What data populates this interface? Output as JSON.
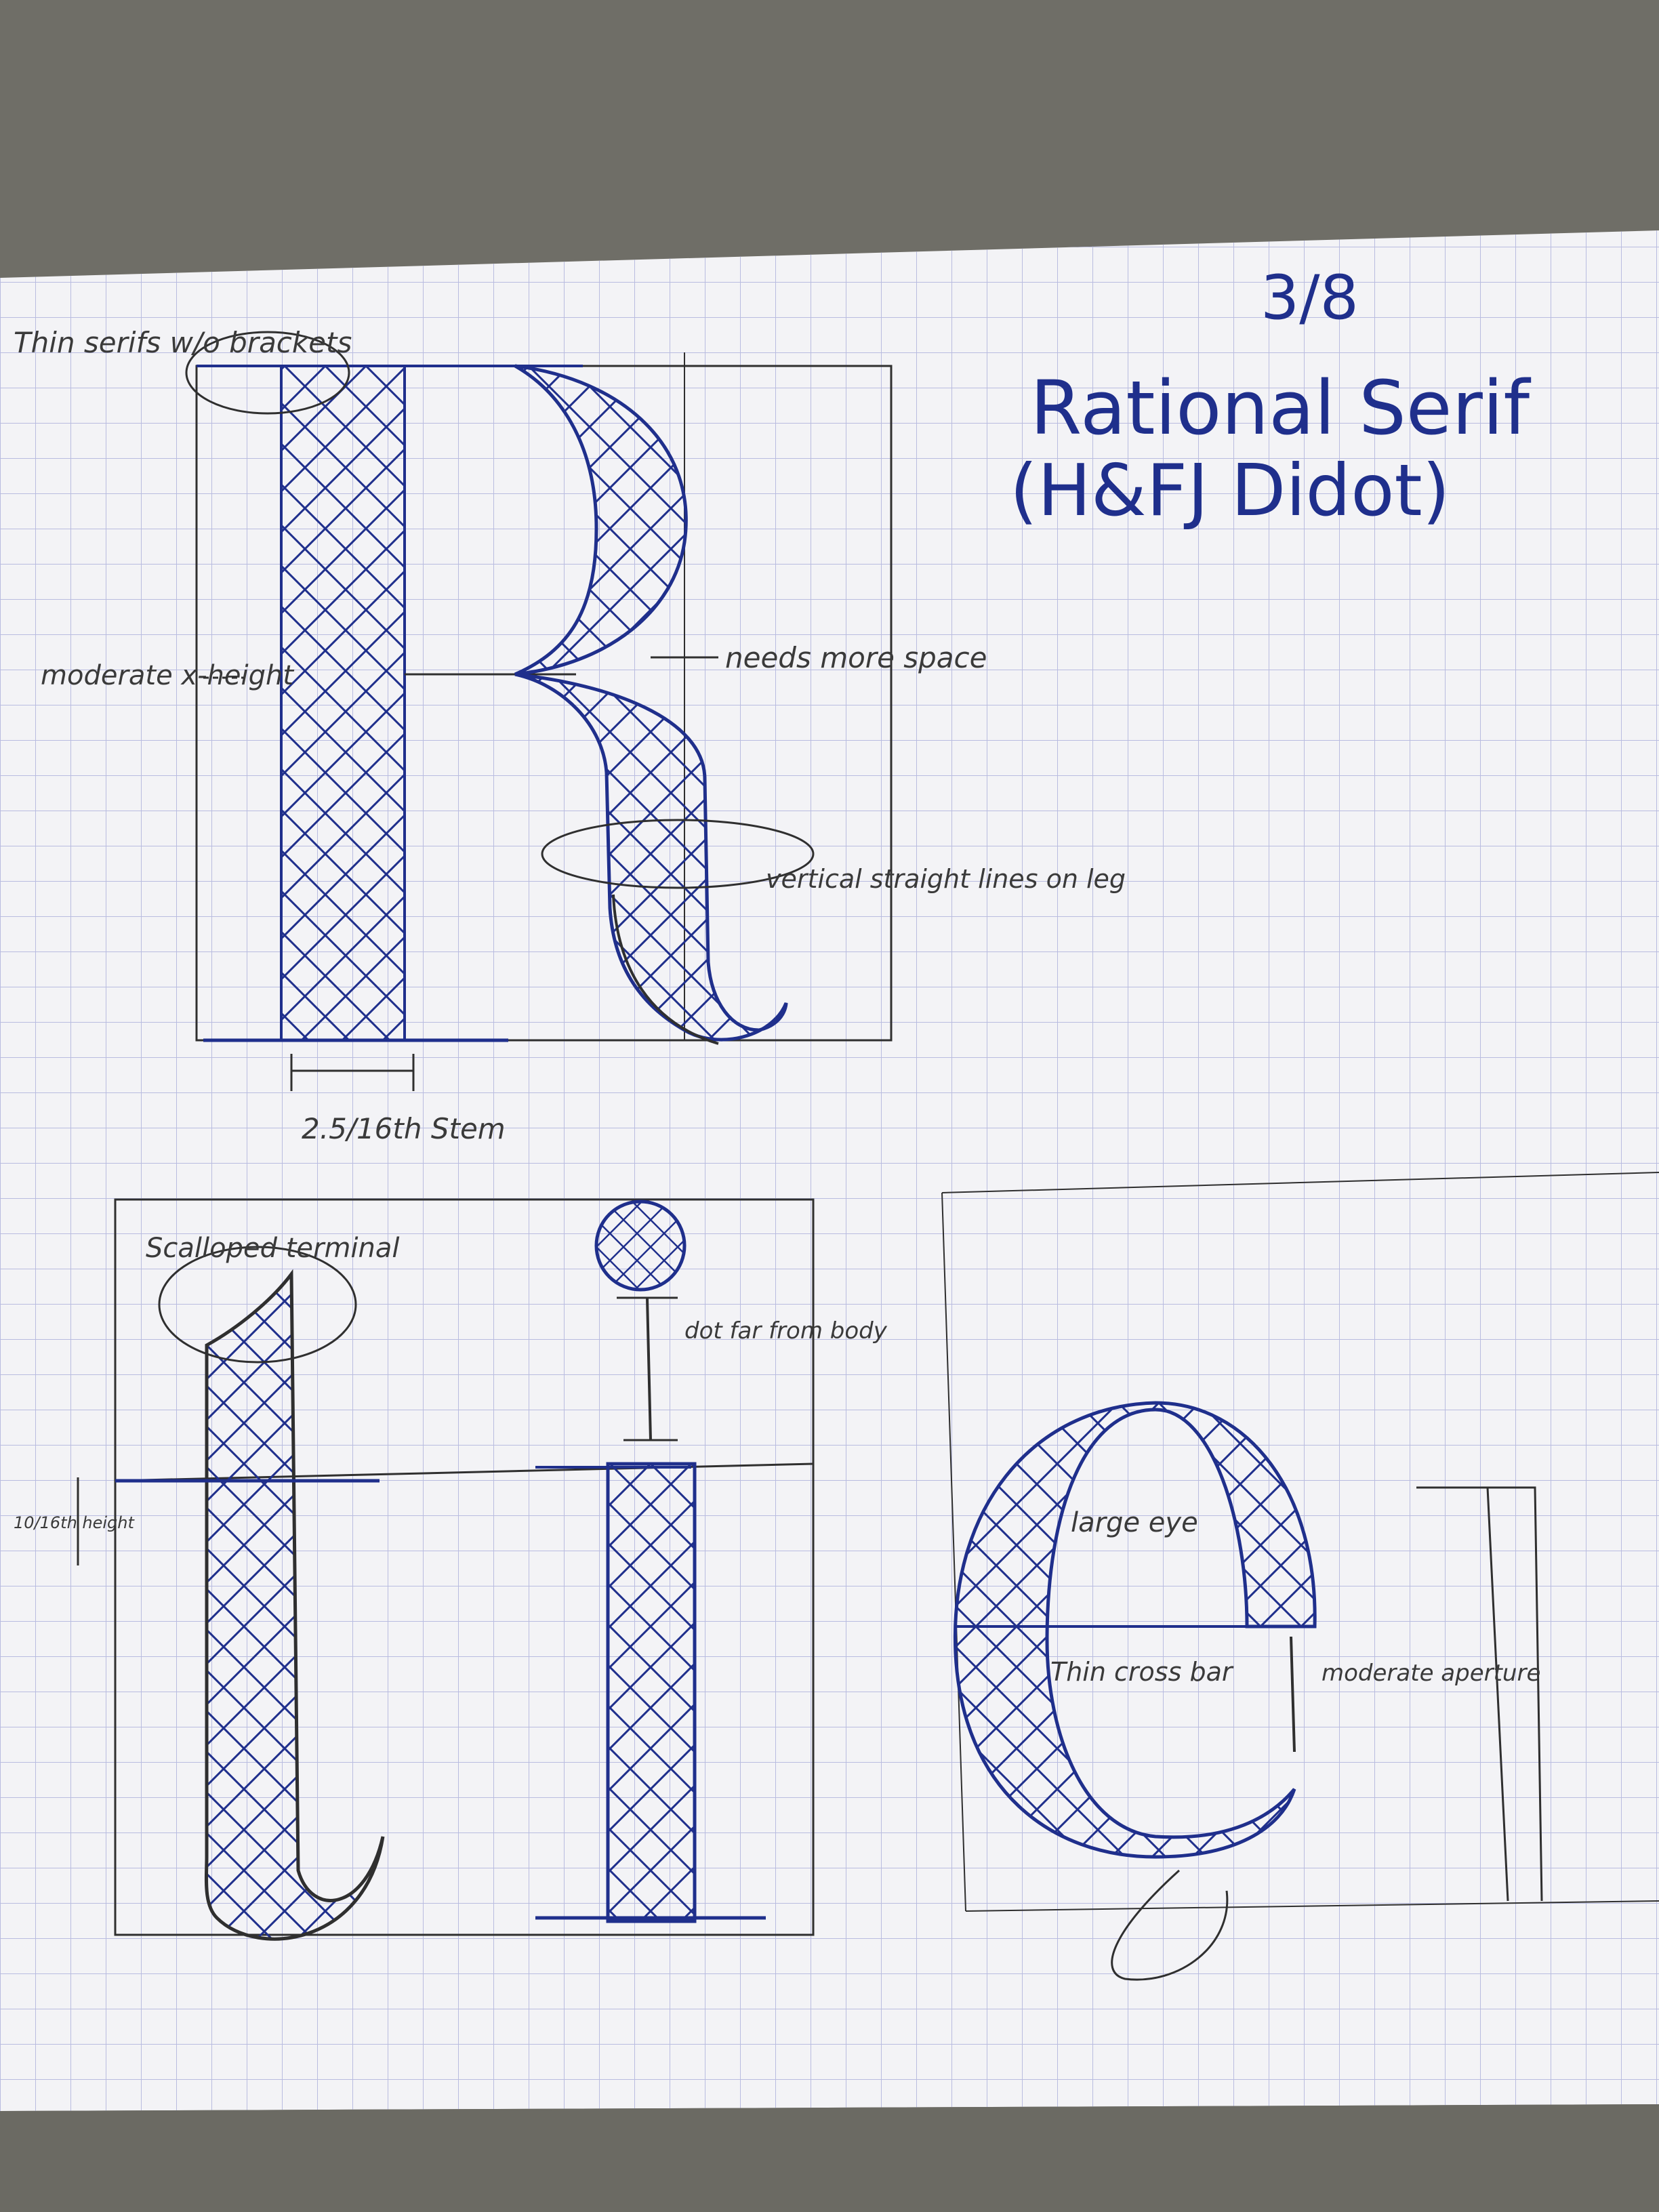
{
  "sheet": {
    "page_number": "3/8",
    "title_line1": "Rational Serif",
    "title_line2": "(H&FJ Didot)",
    "colors": {
      "desk": "#6f6e67",
      "paper": "#f3f3f6",
      "grid": "#b9bce0",
      "ink_blue": "#1f2f8c",
      "pencil": "#2f2f2f"
    }
  },
  "annotations": {
    "thin_serifs": "Thin serifs w/o brackets",
    "moderate_xheight": "moderate x-height",
    "needs_more_space": "needs more space",
    "vertical_straight": "vertical straight lines on leg",
    "stem": "2.5/16th Stem",
    "scalloped_terminal": "Scalloped terminal",
    "dot_far": "dot far from body",
    "ten_sixteenth": "10/16th height",
    "large_eye": "large eye",
    "thin_crossbar": "Thin cross bar",
    "moderate_aperture": "moderate aperture"
  },
  "letters": [
    "R",
    "t",
    "i",
    "e"
  ]
}
